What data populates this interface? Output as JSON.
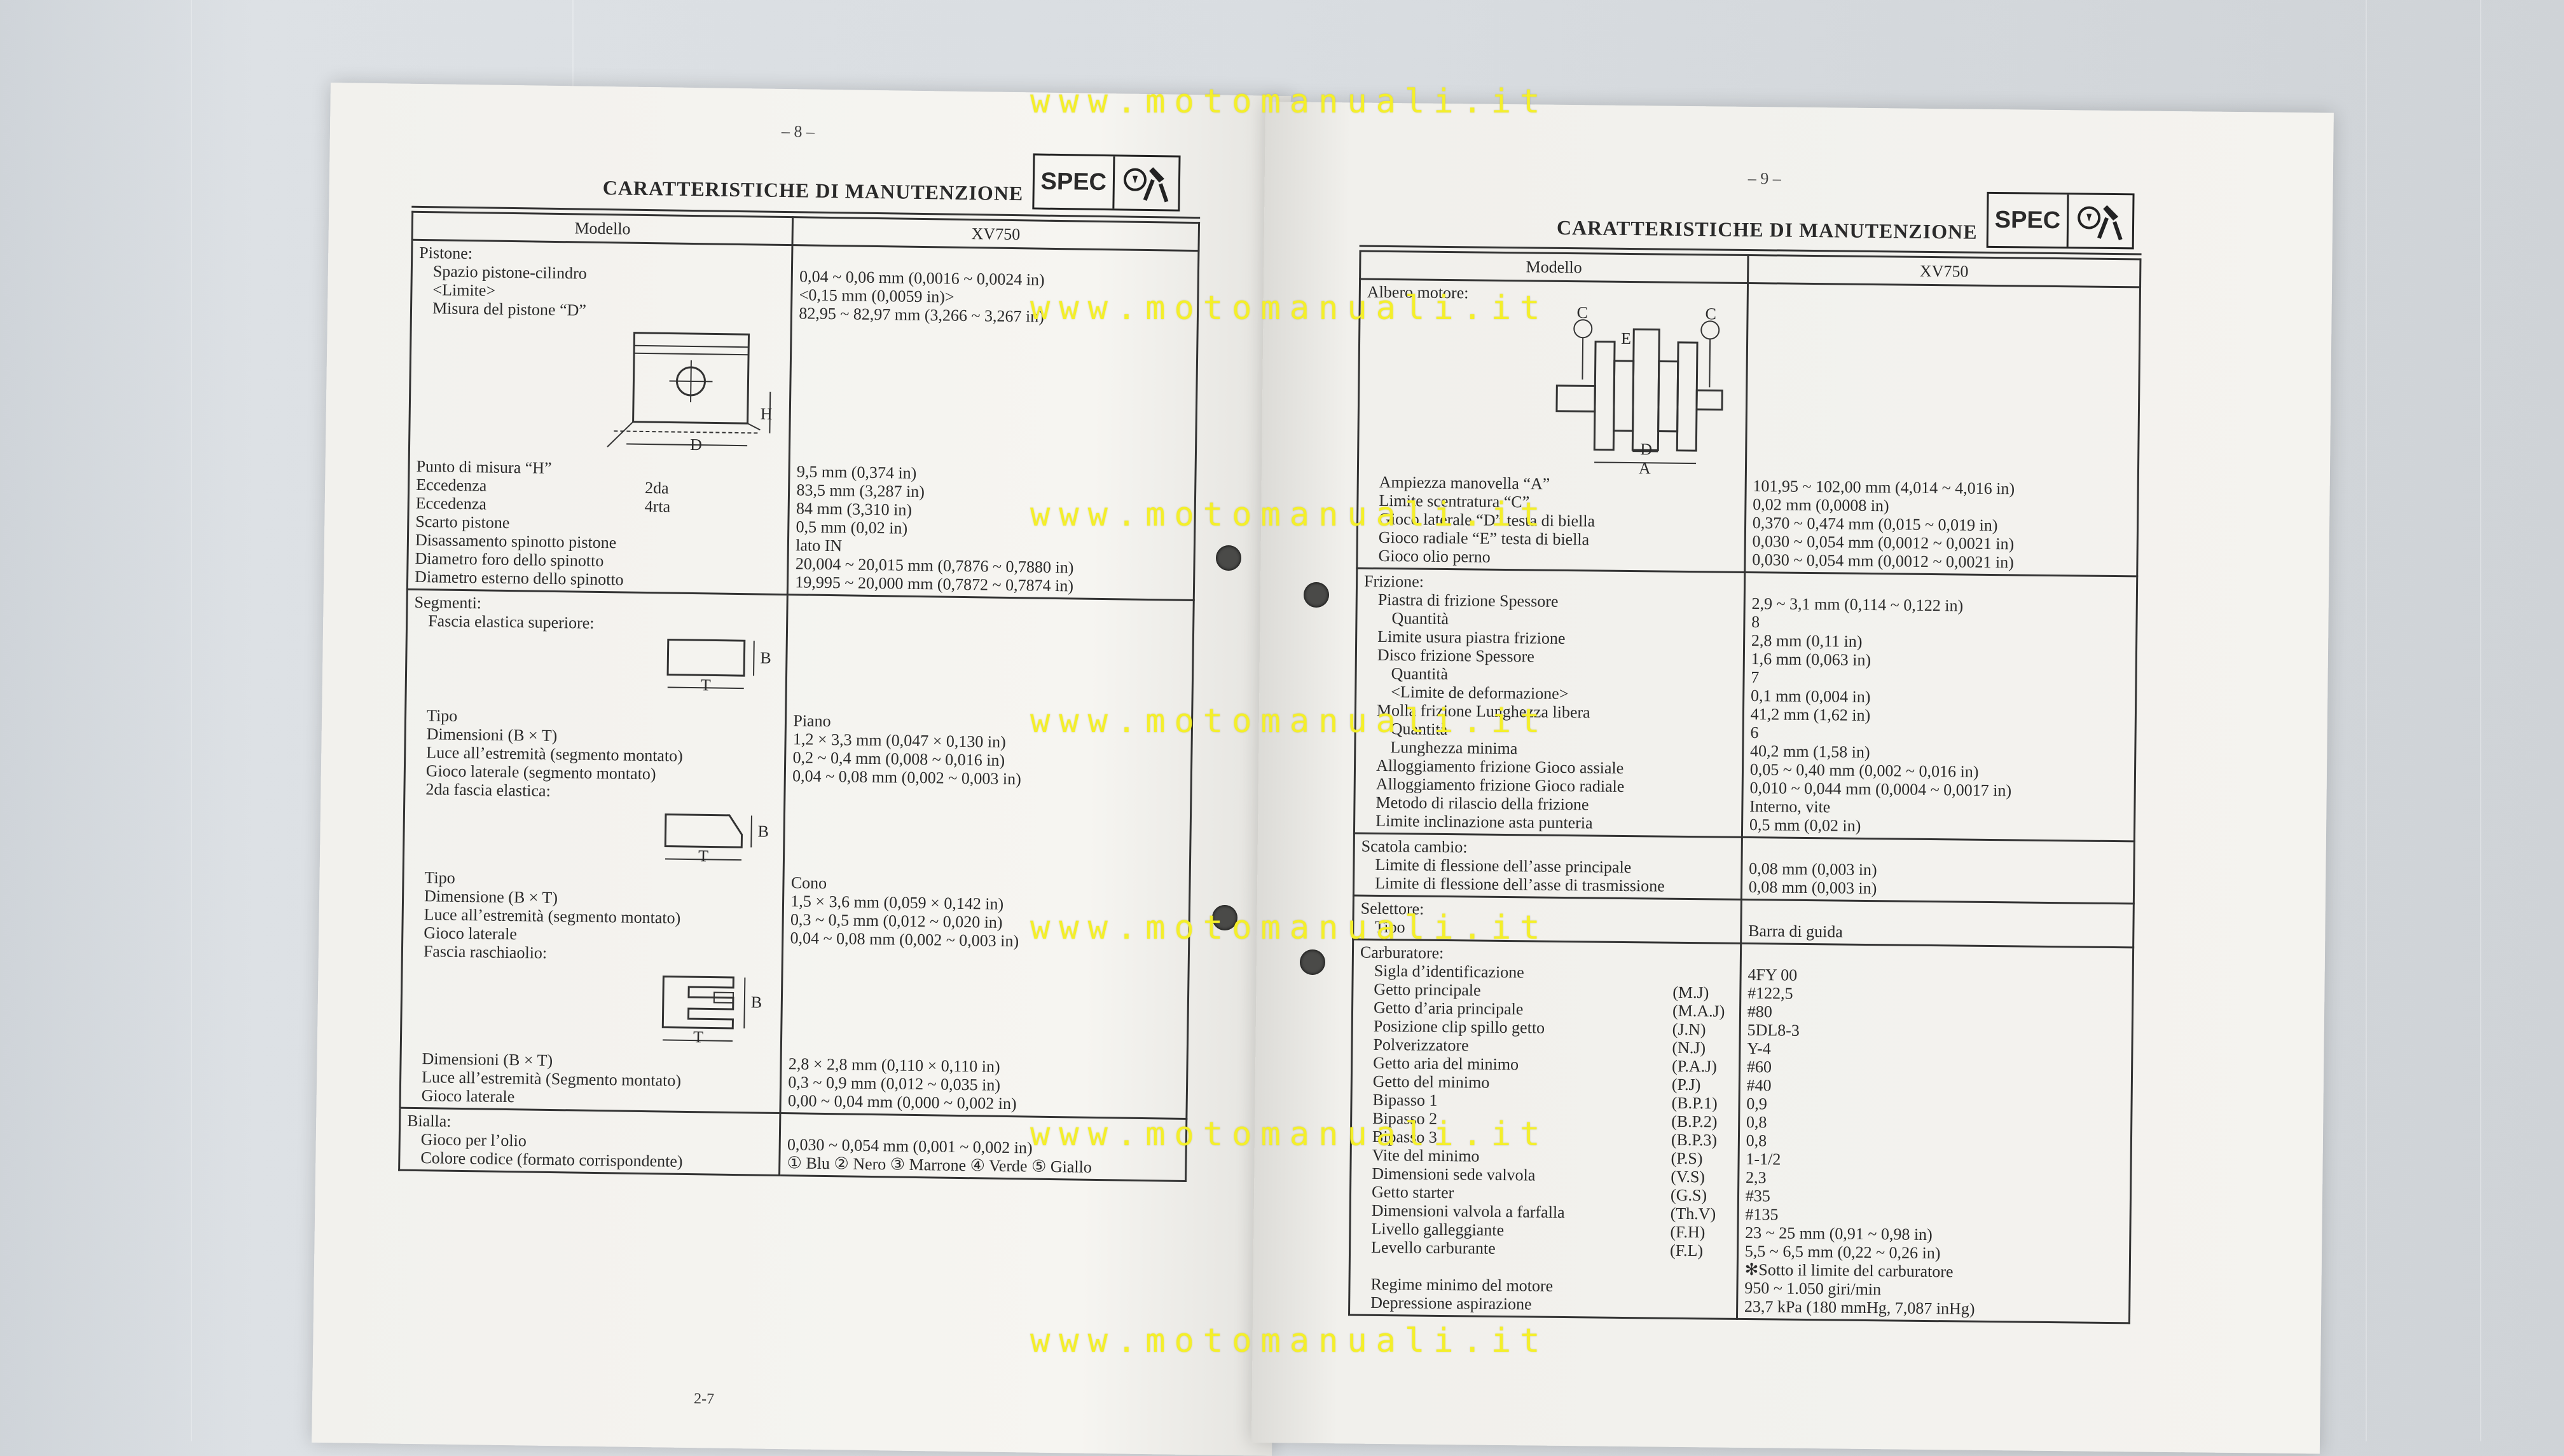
{
  "left": {
    "page_number": "– 8 –",
    "title": "CARATTERISTICHE DI MANUTENZIONE",
    "badge": "SPEC",
    "col_model": "Modello",
    "col_value": "XV750",
    "footer": "2-7",
    "pistone": {
      "header": "Pistone:",
      "l1": "Spazio pistone-cilindro",
      "v1": "0,04 ~ 0,06 mm (0,0016 ~ 0,0024 in)",
      "l2": "<Limite>",
      "v2": "<0,15 mm (0,0059 in)>",
      "l3": "Misura del pistone “D”",
      "v3": "82,95 ~ 82,97 mm (3,266 ~ 3,267 in)",
      "diag_h": "H",
      "diag_d": "D",
      "l4": "Punto di misura “H”",
      "v4": "9,5 mm (0,374 in)",
      "l5": "Eccedenza",
      "s5": "2da",
      "v5": "83,5 mm (3,287 in)",
      "l6": "Eccedenza",
      "s6": "4rta",
      "v6": "84 mm (3,310 in)",
      "l7": "Scarto pistone",
      "v7": "0,5 mm (0,02 in)",
      "l8": "Disassamento spinotto pistone",
      "v8": "lato IN",
      "l9": "Diametro foro dello spinotto",
      "v9": "20,004 ~ 20,015 mm (0,7876 ~ 0,7880 in)",
      "l10": "Diametro esterno dello spinotto",
      "v10": "19,995 ~ 20,000 mm (0,7872 ~ 0,7874 in)"
    },
    "segmenti": {
      "header": "Segmenti:",
      "top": "Fascia elastica superiore:",
      "diag_b": "B",
      "diag_t": "T",
      "t_l1": "Tipo",
      "t_v1": "Piano",
      "t_l2": "Dimensioni (B × T)",
      "t_v2": "1,2 × 3,3 mm (0,047 × 0,130 in)",
      "t_l3": "Luce all’estremità (segmento montato)",
      "t_v3": "0,2 ~ 0,4 mm (0,008 ~ 0,016 in)",
      "t_l4": "Gioco laterale (segmento montato)",
      "t_v4": "0,04 ~ 0,08 mm (0,002 ~ 0,003 in)",
      "second": "2da fascia elastica:",
      "s_l1": "Tipo",
      "s_v1": "Cono",
      "s_l2": "Dimensione (B × T)",
      "s_v2": "1,5 × 3,6 mm (0,059 × 0,142 in)",
      "s_l3": "Luce all’estremità (segmento montato)",
      "s_v3": "0,3 ~ 0,5 mm (0,012 ~ 0,020 in)",
      "s_l4": "Gioco laterale",
      "s_v4": "0,04 ~ 0,08 mm (0,002 ~ 0,003 in)",
      "oil": "Fascia raschiaolio:",
      "o_l1": "Dimensioni (B × T)",
      "o_v1": "2,8 × 2,8 mm (0,110 × 0,110 in)",
      "o_l2": "Luce all’estremità (Segmento montato)",
      "o_v2": "0,3 ~ 0,9 mm (0,012 ~ 0,035 in)",
      "o_l3": "Gioco laterale",
      "o_v3": "0,00 ~ 0,04 mm (0,000 ~ 0,002 in)"
    },
    "bialla": {
      "header": "Bialla:",
      "l1": "Gioco per l’olio",
      "v1": "0,030 ~ 0,054 mm (0,001 ~ 0,002 in)",
      "l2": "Colore codice (formato corrispondente)",
      "v2": "① Blu ② Nero ③ Marrone ④ Verde ⑤ Giallo"
    }
  },
  "right": {
    "page_number": "– 9 –",
    "title": "CARATTERISTICHE DI MANUTENZIONE",
    "badge": "SPEC",
    "col_model": "Modello",
    "col_value": "XV750",
    "albero": {
      "header": "Albero motore:",
      "diag_c": "C",
      "diag_e": "E",
      "diag_d": "D",
      "diag_a": "A",
      "l1": "Ampiezza manovella “A”",
      "v1": "101,95 ~ 102,00 mm (4,014 ~ 4,016 in)",
      "l2": "Limite scentratura “C”",
      "v2": "0,02 mm (0,0008 in)",
      "l3": "Gioco laterale “D” testa di biella",
      "v3": "0,370 ~ 0,474 mm (0,015 ~ 0,019 in)",
      "l4": "Gioco radiale “E” testa di biella",
      "v4": "0,030 ~ 0,054 mm (0,0012 ~ 0,0021 in)",
      "l5": "Gioco olio perno",
      "v5": "0,030 ~ 0,054 mm (0,0012 ~ 0,0021 in)"
    },
    "frizione": {
      "header": "Frizione:",
      "l1": "Piastra di frizione Spessore",
      "v1": "2,9 ~ 3,1 mm (0,114 ~ 0,122 in)",
      "l2": "Quantità",
      "v2": "8",
      "l3": "Limite usura piastra frizione",
      "v3": "2,8 mm (0,11 in)",
      "l4": "Disco frizione Spessore",
      "v4": "1,6 mm (0,063 in)",
      "l5": "Quantità",
      "v5": "7",
      "l6": "<Limite de deformazione>",
      "v6": "0,1 mm (0,004 in)",
      "l7": "Molla frizione Lunghezza libera",
      "v7": "41,2 mm (1,62 in)",
      "l8": "Quantità",
      "v8": "6",
      "l9": "Lunghezza minima",
      "v9": "40,2 mm (1,58 in)",
      "l10": "Alloggiamento frizione Gioco assiale",
      "v10": "0,05 ~ 0,40 mm (0,002 ~ 0,016 in)",
      "l11": "Alloggiamento frizione Gioco radiale",
      "v11": "0,010 ~ 0,044 mm (0,0004 ~ 0,0017 in)",
      "l12": "Metodo di rilascio della frizione",
      "v12": "Interno, vite",
      "l13": "Limite inclinazione asta punteria",
      "v13": "0,5 mm (0,02 in)"
    },
    "cambio": {
      "header": "Scatola cambio:",
      "l1": "Limite di flessione dell’asse principale",
      "v1": "0,08 mm (0,003 in)",
      "l2": "Limite di flessione dell’asse di trasmissione",
      "v2": "0,08 mm (0,003 in)"
    },
    "selettore": {
      "header": "Selettore:",
      "l1": "Tipo",
      "v1": "Barra di guida"
    },
    "carburatore": {
      "header": "Carburatore:",
      "rows": [
        {
          "label": "Sigla d’identificazione",
          "code": "",
          "value": "4FY 00"
        },
        {
          "label": "Getto principale",
          "code": "(M.J)",
          "value": "#122,5"
        },
        {
          "label": "Getto d’aria principale",
          "code": "(M.A.J)",
          "value": "#80"
        },
        {
          "label": "Posizione clip spillo getto",
          "code": "(J.N)",
          "value": "5DL8-3"
        },
        {
          "label": "Polverizzatore",
          "code": "(N.J)",
          "value": "Y-4"
        },
        {
          "label": "Getto aria del minimo",
          "code": "(P.A.J)",
          "value": "#60"
        },
        {
          "label": "Getto del minimo",
          "code": "(P.J)",
          "value": "#40"
        },
        {
          "label": "Bipasso 1",
          "code": "(B.P.1)",
          "value": "0,9"
        },
        {
          "label": "Bipasso 2",
          "code": "(B.P.2)",
          "value": "0,8"
        },
        {
          "label": "Bipasso 3",
          "code": "(B.P.3)",
          "value": "0,8"
        },
        {
          "label": "Vite del minimo",
          "code": "(P.S)",
          "value": "1-1/2"
        },
        {
          "label": "Dimensioni sede valvola",
          "code": "(V.S)",
          "value": "2,3"
        },
        {
          "label": "Getto starter",
          "code": "(G.S)",
          "value": "#35"
        },
        {
          "label": "Dimensioni valvola a farfalla",
          "code": "(Th.V)",
          "value": "#135"
        },
        {
          "label": "Livello galleggiante",
          "code": "(F.H)",
          "value": "23 ~ 25 mm (0,91 ~ 0,98 in)"
        },
        {
          "label": "Levello carburante",
          "code": "(F.L)",
          "value": "5,5 ~ 6,5 mm (0,22 ~ 0,26 in)"
        }
      ],
      "note": "✻Sotto il limite del carburatore",
      "l_idle": "Regime minimo del motore",
      "v_idle": "950 ~ 1.050 giri/min",
      "l_vac": "Depressione aspirazione",
      "v_vac": "23,7 kPa (180 mmHg, 7,087 inHg)"
    }
  },
  "watermark": "www.motomanuali.it"
}
